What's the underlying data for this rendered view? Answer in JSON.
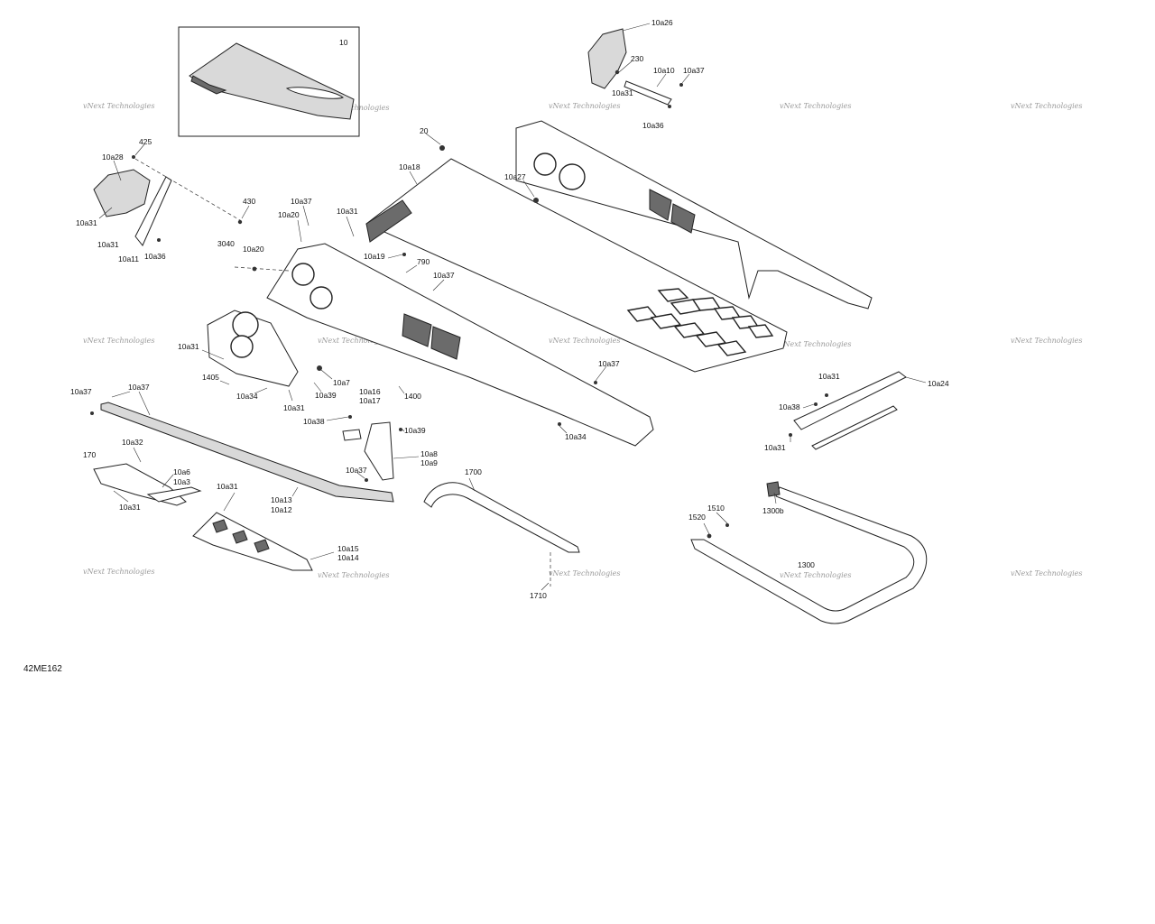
{
  "diagram_id": "42ME162",
  "watermark": "vNext Technologies",
  "callouts": {
    "c10": "10",
    "c10a26": "10a26",
    "c230": "230",
    "c10a10": "10a10",
    "c10a37_top": "10a37",
    "c10a31_top": "10a31",
    "c10a36_top": "10a36",
    "c20": "20",
    "c10a18": "10a18",
    "c10a27": "10a27",
    "c425": "425",
    "c10a28": "10a28",
    "c10a31_l1": "10a31",
    "c10a31_l2": "10a31",
    "c10a11": "10a11",
    "c10a36_l": "10a36",
    "c430": "430",
    "c10a37_m": "10a37",
    "c10a20_a": "10a20",
    "c10a31_m": "10a31",
    "c3040": "3040",
    "c10a20_b": "10a20",
    "c10a19": "10a19",
    "c790": "790",
    "c10a37_m2": "10a37",
    "c10a31_m2": "10a31",
    "c1405": "1405",
    "c10a34_l": "10a34",
    "c10a31_m3": "10a31",
    "c10a7": "10a7",
    "c10a39_a": "10a39",
    "c10a16": "10a16",
    "c10a17": "10a17",
    "c1400": "1400",
    "c10a37_r": "10a37",
    "c10a34_r": "10a34",
    "c10a37_l": "10a37",
    "c10a37_l2": "10a37",
    "c10a38_m": "10a38",
    "c10a39_b": "10a39",
    "c10a8": "10a8",
    "c10a9": "10a9",
    "c10a37_b": "10a37",
    "c170": "170",
    "c10a32": "10a32",
    "c10a6": "10a6",
    "c10a3": "10a3",
    "c10a31_b": "10a31",
    "c10a31_b2": "10a31",
    "c10a13": "10a13",
    "c10a12": "10a12",
    "c10a15": "10a15",
    "c10a14": "10a14",
    "c1700": "1700",
    "c1710": "1710",
    "c10a31_rr": "10a31",
    "c10a24": "10a24",
    "c10a38_r": "10a38",
    "c10a31_rr2": "10a31",
    "c1300b": "1300b",
    "c1510": "1510",
    "c1520": "1520",
    "c1300": "1300"
  }
}
